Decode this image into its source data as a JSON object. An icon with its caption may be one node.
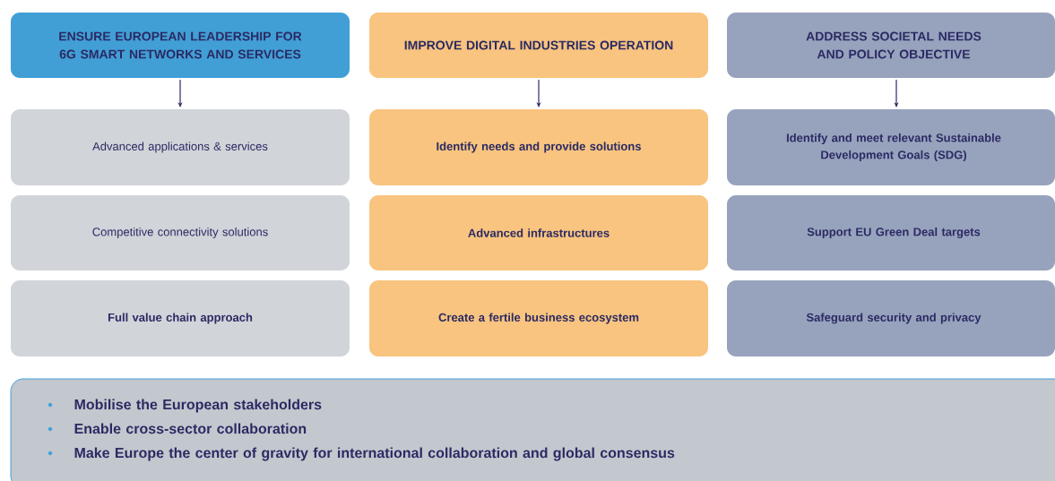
{
  "diagram": {
    "nodes": [
      {
        "text": [
          "ENSURE EUROPEAN LEADERSHIP FOR 6G SMART NETWORKS AND SERVICES"
        ]
      },
      {
        "text": [
          "IMPROVE DIGITAL INDUSTRIES OPERATION"
        ]
      },
      {
        "text": [
          "ADDRESS SOCIETAL NEEDS AND POLICY OBJECTIVE"
        ]
      },
      {
        "text": [
          "Advanced applications & services"
        ]
      },
      {
        "text": [
          "Competitive connectivity solutions"
        ]
      },
      {
        "text": [
          "Full value chain approach"
        ]
      },
      {
        "text": [
          "Identify needs and provide solutions"
        ]
      },
      {
        "text": [
          "Advanced infrastructures"
        ]
      },
      {
        "text": [
          "Create a fertile business ecosystem"
        ]
      },
      {
        "text": [
          "Identify and meet relevant Sustainable Development Goals (SDG)"
        ]
      },
      {
        "text": [
          "Support EU Green Deal targets"
        ]
      },
      {
        "text": [
          "Safeguard security and privacy"
        ]
      },
      {
        "text": [
          "Mobilise the European stakeholders",
          "Enable cross-sector collaboration",
          "Make Europe the center of gravity for international collaboration and global consensus"
        ]
      }
    ],
    "edges": [
      {
        "from": 0,
        "to": 3,
        "arrow": "to"
      },
      {
        "from": 1,
        "to": 6,
        "arrow": "to"
      },
      {
        "from": 2,
        "to": 9,
        "arrow": "to"
      }
    ]
  }
}
